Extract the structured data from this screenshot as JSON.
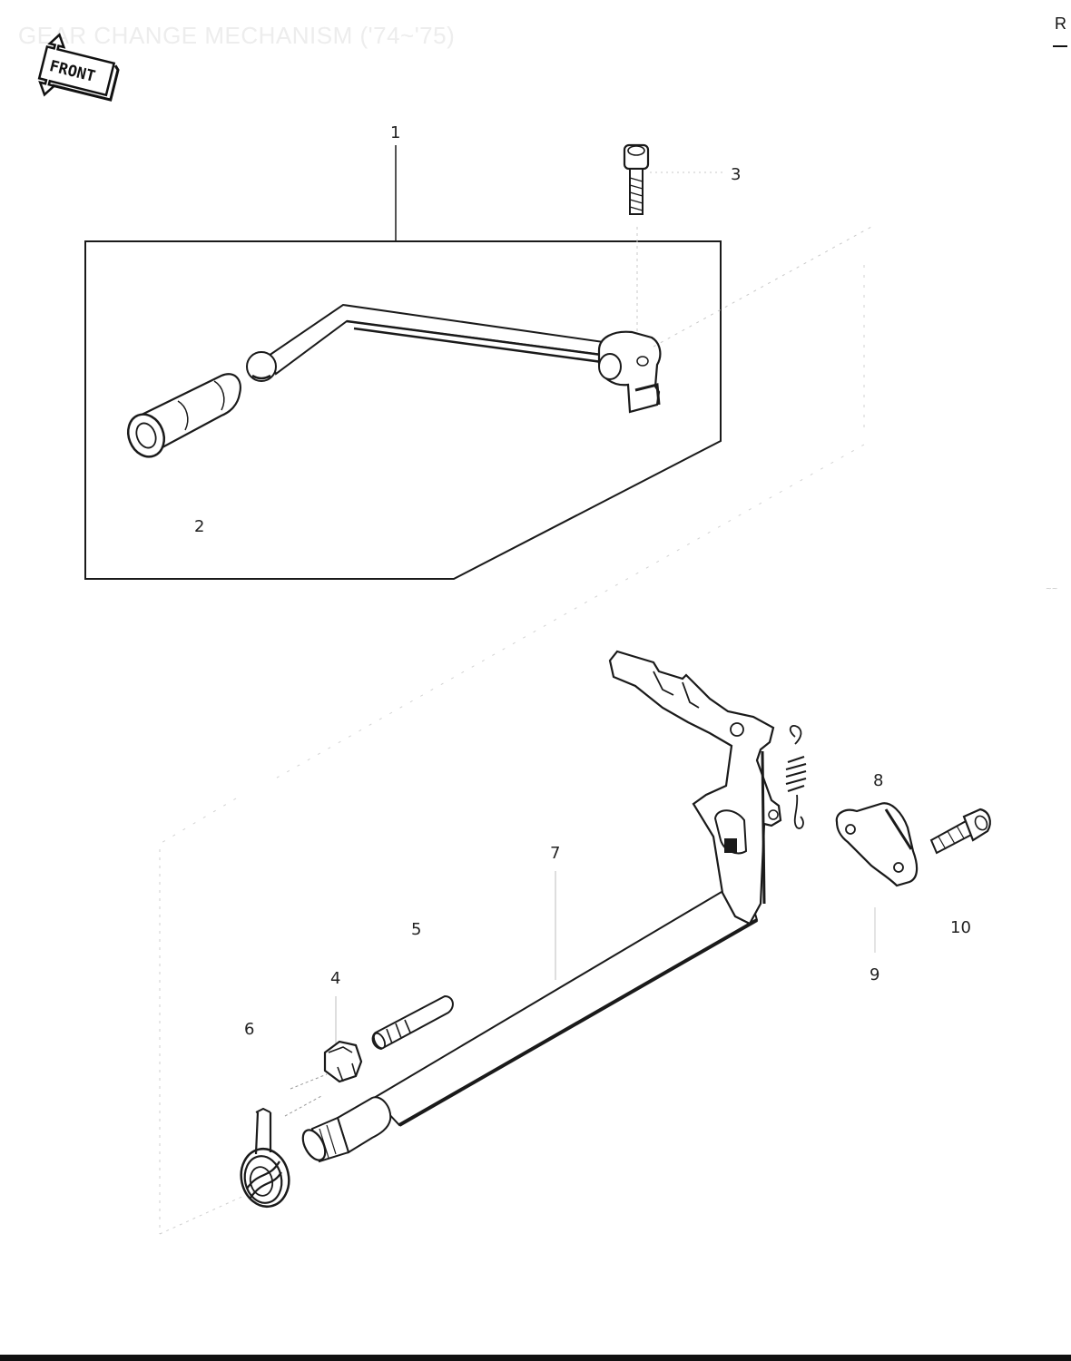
{
  "header": {
    "title": "GEAR CHANGE MECHANISM ('74~'75)",
    "corner_mark": "R",
    "side_note": "~~"
  },
  "front_badge": {
    "label": "FRONT"
  },
  "callouts": {
    "shift_pedal_assy": "1",
    "pedal_rubber": "2",
    "pedal_bolt": "3",
    "shaft_nut": "4",
    "shaft_pin": "5",
    "return_spring": "6",
    "shift_shaft": "7",
    "stopper_plate": "8",
    "plate_screw": "9",
    "plate_bolt": "10"
  },
  "colors": {
    "ink": "#1a1a1a",
    "paper": "#ffffff",
    "faint": "#ededed"
  }
}
